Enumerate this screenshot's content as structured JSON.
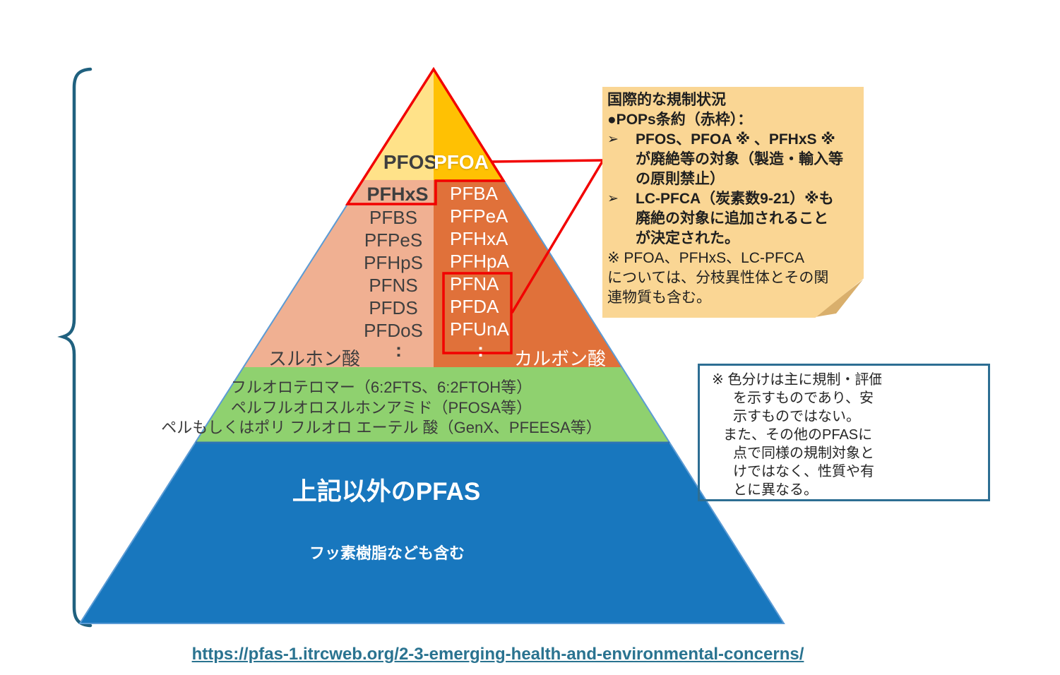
{
  "palette": {
    "top_left_yellow": "#ffe289",
    "top_right_gold": "#ffc103",
    "sulfonic_salmon": "#f0b092",
    "carboxylic_orange": "#e0713a",
    "fluorotelomer_green": "#8fd16f",
    "other_blue": "#1877be",
    "red_outline": "#f20000",
    "sticky_note_bg": "#fad694",
    "note_border_blue": "#2d6e93",
    "brace_blue": "#20617f",
    "link_teal": "#2a7390"
  },
  "pyramid": {
    "top": {
      "left_label": "PFOS",
      "right_label": "PFOA"
    },
    "sulfonic_col": {
      "top_item": "PFHxS",
      "rows": [
        "PFBS",
        "PFPeS",
        "PFHpS",
        "PFNS",
        "PFDS",
        "PFDoS"
      ],
      "ellipsis": ":",
      "label": "スルホン酸"
    },
    "carboxylic_col": {
      "rows": [
        "PFBA",
        "PFPeA",
        "PFHxA",
        "PFHpA",
        "PFNA",
        "PFDA",
        "PFUnA"
      ],
      "ellipsis": ":",
      "label": "カルボン酸"
    },
    "fluorotelomer_band": {
      "lines": [
        "フルオロテロマー（6:2FTS、6:2FTOH等）",
        "ペルフルオロスルホンアミド（PFOSA等）",
        "ペルもしくはポリ フルオロ エーテル 酸（GenX、PFEESA等）"
      ]
    },
    "other_band": {
      "title": "上記以外のPFAS",
      "subtitle": "フッ素樹脂なども含む"
    }
  },
  "regulation_note": {
    "title": "国際的な規制状況",
    "subtitle": "●POPs条約（赤枠）：",
    "bullet_glyph": "➢",
    "bullet1_lines": [
      "PFOS、PFOA ※ 、PFHxS ※",
      "が廃絶等の対象（製造・輸入等",
      "の原則禁止）"
    ],
    "bullet2_lines": [
      "LC-PFCA（炭素数9-21）※も",
      "廃絶の対象に追加されること",
      "が決定された。"
    ],
    "footnote_lines": [
      "※ PFOA、PFHxS、LC-PFCA",
      "については、分枝異性体とその関",
      "連物質も含む。"
    ]
  },
  "color_note": {
    "lines": [
      "※ 色分けは主に規制・評価",
      "を示すものであり、安",
      "示すものではない。",
      "また、その他のPFASに",
      "点で同様の規制対象と",
      "けではなく、性質や有",
      "とに異なる。"
    ]
  },
  "source_link": {
    "url": "https://pfas-1.itrcweb.org/2-3-emerging-health-and-environmental-concerns/"
  }
}
